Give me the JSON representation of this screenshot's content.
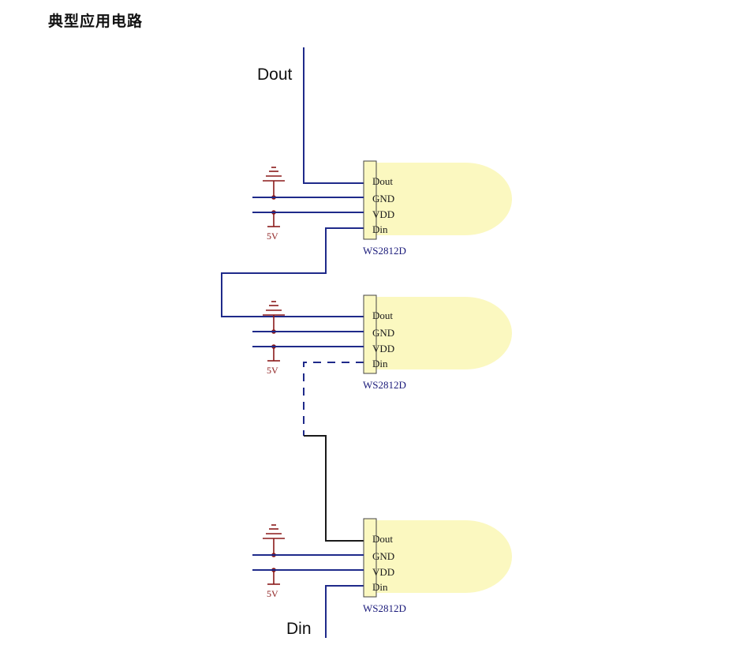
{
  "title": "典型应用电路",
  "io": {
    "dout": "Dout",
    "din": "Din"
  },
  "colors": {
    "wire_dark": "#1a1a1a",
    "wire_blue": "#1f2a8a",
    "ground": "#8b1a1a",
    "led_body": "#fbf8c0",
    "pin_block": "#fbf8c0"
  },
  "components": [
    {
      "part": "WS2812D",
      "pins": [
        "Dout",
        "GND",
        "VDD",
        "Din"
      ],
      "supply": "5V"
    },
    {
      "part": "WS2812D",
      "pins": [
        "Dout",
        "GND",
        "VDD",
        "Din"
      ],
      "supply": "5V"
    },
    {
      "part": "WS2812D",
      "pins": [
        "Dout",
        "GND",
        "VDD",
        "Din"
      ],
      "supply": "5V"
    }
  ]
}
